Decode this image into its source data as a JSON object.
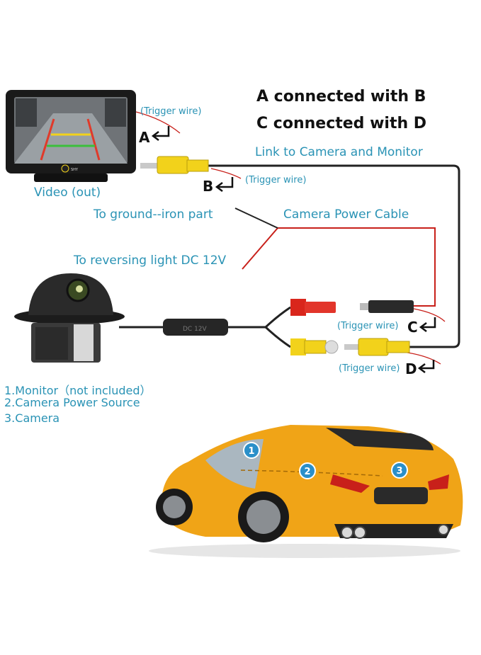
{
  "header": {
    "line1": "A connected with B",
    "line2": "C connected with D",
    "link": "Link to Camera and Monitor"
  },
  "labels": {
    "video_out": "Video (out)",
    "ground": "To ground--iron part",
    "power_cable": "Camera Power Cable",
    "reversing": "To reversing light DC 12V",
    "module_text": "DC 12V",
    "monitor_brand": "SHY"
  },
  "connectors": {
    "a": {
      "letter": "A",
      "trigger": "(Trigger wire)"
    },
    "b": {
      "letter": "B",
      "trigger": "(Trigger wire)"
    },
    "c": {
      "letter": "C",
      "trigger": "(Trigger wire)"
    },
    "d": {
      "letter": "D",
      "trigger": "(Trigger wire)"
    }
  },
  "legend": [
    "1.Monitor（not included）",
    "2.Camera Power Source",
    "3.Camera"
  ],
  "car_markers": [
    "1",
    "2",
    "3"
  ],
  "colors": {
    "accent": "#2a93b5",
    "rca_yellow": "#f2d21b",
    "rca_red": "#d9261c",
    "car_orange": "#f0a417",
    "wire": "#222222"
  }
}
